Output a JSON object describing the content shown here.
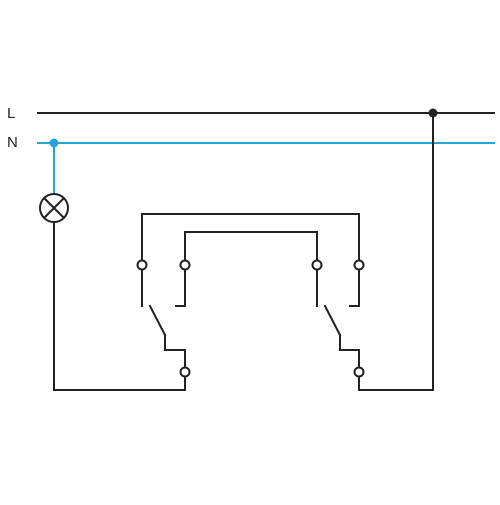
{
  "labels": {
    "live": "L",
    "neutral": "N"
  },
  "colors": {
    "live_wire": "#222222",
    "neutral_wire": "#29a3d7",
    "background": "#ffffff"
  },
  "components": {
    "lamp": "lamp-symbol",
    "switches": [
      "two-way-switch-left",
      "two-way-switch-right"
    ]
  }
}
